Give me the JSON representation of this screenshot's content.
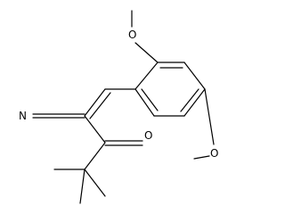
{
  "molecule": {
    "atoms": {
      "methoxy_top": "O",
      "methoxy_bottom": "O",
      "nitrile_n": "N",
      "carbonyl_o": "O"
    }
  }
}
